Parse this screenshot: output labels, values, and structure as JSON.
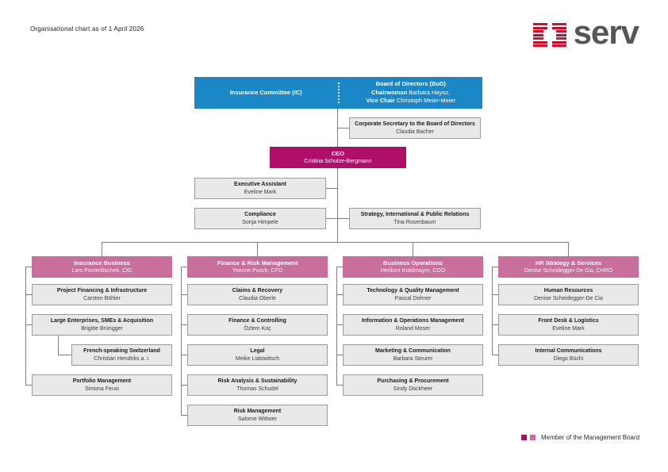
{
  "page": {
    "title": "Organisational chart as of 1 April 2026"
  },
  "logo": {
    "text": "serv"
  },
  "colors": {
    "blue": "#1b87c6",
    "magenta": "#b00f69",
    "pink": "#c8709b",
    "box_bg": "#e9e9e9",
    "box_border": "#9b9b9b",
    "line": "#7f7f7f",
    "logo_red": "#d8122d",
    "logo_gray": "#54565a"
  },
  "top": {
    "insurance_committee": "Insurance Committee (IC)",
    "board": {
      "title": "Board of Directors (BoD)",
      "chair_label": "Chairwoman",
      "chair_name": " Barbara Hayoz,",
      "vice_label": "Vice Chair",
      "vice_name": " Christoph Meier-Meier"
    },
    "corporate_secretary": {
      "title": "Corporate Secretary to the Board of Directors",
      "name": "Claudia Bacher"
    },
    "ceo": {
      "title": "CEO",
      "name": "Cristina Schulze-Bergmann"
    },
    "executive_assistant": {
      "title": "Executive Assistant",
      "name": "Eveline Mark"
    },
    "compliance": {
      "title": "Compliance",
      "name": "Sonja Himpele"
    },
    "strategy": {
      "title": "Strategy, International & Public Relations",
      "name": "Tina Rosenbaum"
    }
  },
  "divisions": [
    {
      "title": "Insurance Business",
      "head": "Lars Ponterlitschek, CIO",
      "units": [
        {
          "title": "Project Financing & Infrastructure",
          "name": "Carsten Böhler"
        },
        {
          "title": "Large Enterprises, SMEs & Acquisition",
          "name": "Brigitte Brüngger"
        },
        {
          "title": "French-speaking Switzerland",
          "name": "Christian Hendriks a. i.",
          "indent": true
        },
        {
          "title": "Portfolio Management",
          "name": "Simona Feusi"
        }
      ]
    },
    {
      "title": "Finance & Risk Management",
      "head": "Yvonne Pusch, CFO",
      "units": [
        {
          "title": "Claims & Recovery",
          "name": "Claudia Oberle"
        },
        {
          "title": "Finance & Controlling",
          "name": "Özlem Koç"
        },
        {
          "title": "Legal",
          "name": "Meike Liatowitsch"
        },
        {
          "title": "Risk Analysis & Sustainability",
          "name": "Thomas Schudel"
        },
        {
          "title": "Risk Management",
          "name": "Salome Wittwer"
        }
      ]
    },
    {
      "title": "Business Operations",
      "head": "Heribert Knittlmayer, COO",
      "units": [
        {
          "title": "Technology & Quality Management",
          "name": "Pascal Dohner"
        },
        {
          "title": "Information & Operations Management",
          "name": "Roland Moser"
        },
        {
          "title": "Marketing & Communication",
          "name": "Barbara Steurer"
        },
        {
          "title": "Purchasing & Procurement",
          "name": "Sindy Dockheer"
        }
      ]
    },
    {
      "title": "HR Strategy & Services",
      "head": "Denise Scheidegger-De Cia, CHRO",
      "units": [
        {
          "title": "Human Resources",
          "name": "Denise Scheidegger-De Cia"
        },
        {
          "title": "Front Desk & Logistics",
          "name": "Eveline Mark"
        },
        {
          "title": "Internal Communications",
          "name": "Diego Büchi"
        }
      ]
    }
  ],
  "legend": {
    "label": "Member of the Management Board"
  }
}
